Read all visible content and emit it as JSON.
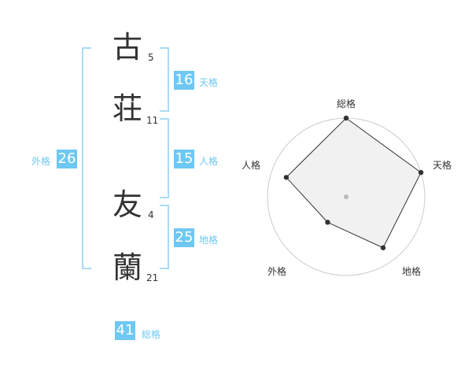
{
  "name": {
    "characters": [
      {
        "char": "古",
        "strokes": "5"
      },
      {
        "char": "荘",
        "strokes": "11"
      },
      {
        "char": "友",
        "strokes": "4"
      },
      {
        "char": "蘭",
        "strokes": "21"
      }
    ]
  },
  "kakusu": {
    "tenkaku": {
      "value": "16",
      "label": "天格"
    },
    "jinkaku": {
      "value": "15",
      "label": "人格"
    },
    "chikaku": {
      "value": "25",
      "label": "地格"
    },
    "gaikaku": {
      "value": "26",
      "label": "外格"
    },
    "soukaku": {
      "value": "41",
      "label": "総格"
    }
  },
  "chart_data": {
    "type": "radar",
    "axes": [
      "総格",
      "天格",
      "地格",
      "外格",
      "人格"
    ],
    "values": [
      5,
      5,
      4,
      2,
      4
    ],
    "max": 5,
    "rings": 5,
    "colors": {
      "fill": "#efefef",
      "line": "#333333",
      "grid": "#cccccc"
    }
  }
}
